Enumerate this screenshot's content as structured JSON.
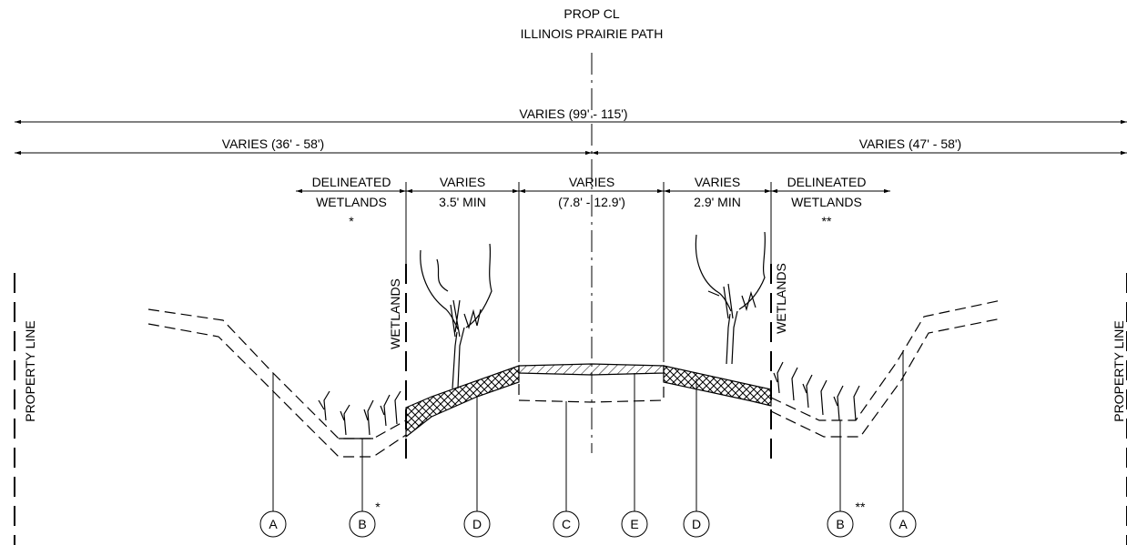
{
  "centerline": {
    "line1": "PROP CL",
    "line2": "ILLINOIS PRAIRIE PATH"
  },
  "dimensions": {
    "overall": "VARIES (99' - 115')",
    "left_half": "VARIES (36' - 58')",
    "right_half": "VARIES (47' - 58')",
    "left_wetland_top": "DELINEATED",
    "left_wetland_bottom": "WETLANDS",
    "left_wetland_note": "*",
    "left_shoulder_top": "VARIES",
    "left_shoulder_bottom": "3.5' MIN",
    "path_top": "VARIES",
    "path_bottom": "(7.8' - 12.9')",
    "right_shoulder_top": "VARIES",
    "right_shoulder_bottom": "2.9' MIN",
    "right_wetland_top": "DELINEATED",
    "right_wetland_bottom": "WETLANDS",
    "right_wetland_note": "**"
  },
  "labels": {
    "property_line_left": "PROPERTY LINE",
    "property_line_right": "PROPERTY LINE",
    "wetlands_left": "WETLANDS",
    "wetlands_right": "WETLANDS"
  },
  "callouts": [
    {
      "letter": "A",
      "note": ""
    },
    {
      "letter": "B",
      "note": "*"
    },
    {
      "letter": "D",
      "note": ""
    },
    {
      "letter": "C",
      "note": ""
    },
    {
      "letter": "E",
      "note": ""
    },
    {
      "letter": "D",
      "note": ""
    },
    {
      "letter": "B",
      "note": "**"
    },
    {
      "letter": "A",
      "note": ""
    }
  ]
}
